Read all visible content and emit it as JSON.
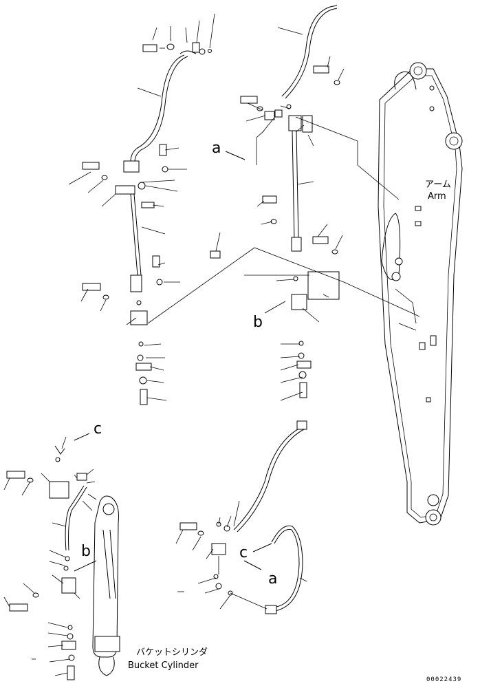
{
  "labels": {
    "arm_jp": "アーム",
    "arm_en": "Arm",
    "bucket_jp": "バケットシリンダ",
    "bucket_en": "Bucket Cylinder",
    "ref_a": "a",
    "ref_b": "b",
    "ref_c": "c",
    "drawing_no": "00022439"
  }
}
